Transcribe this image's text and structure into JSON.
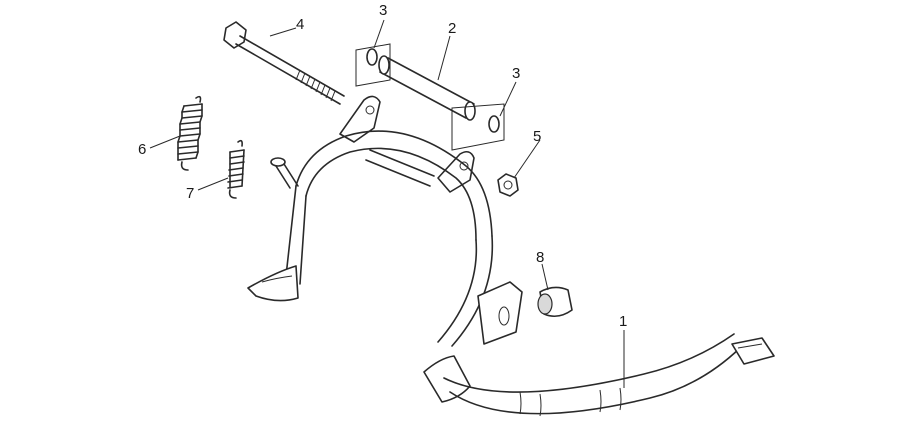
{
  "callouts": [
    {
      "id": "1",
      "label": "1"
    },
    {
      "id": "2",
      "label": "2"
    },
    {
      "id": "3a",
      "label": "3"
    },
    {
      "id": "3b",
      "label": "3"
    },
    {
      "id": "4",
      "label": "4"
    },
    {
      "id": "5",
      "label": "5"
    },
    {
      "id": "6",
      "label": "6"
    },
    {
      "id": "7",
      "label": "7"
    },
    {
      "id": "8",
      "label": "8"
    }
  ]
}
